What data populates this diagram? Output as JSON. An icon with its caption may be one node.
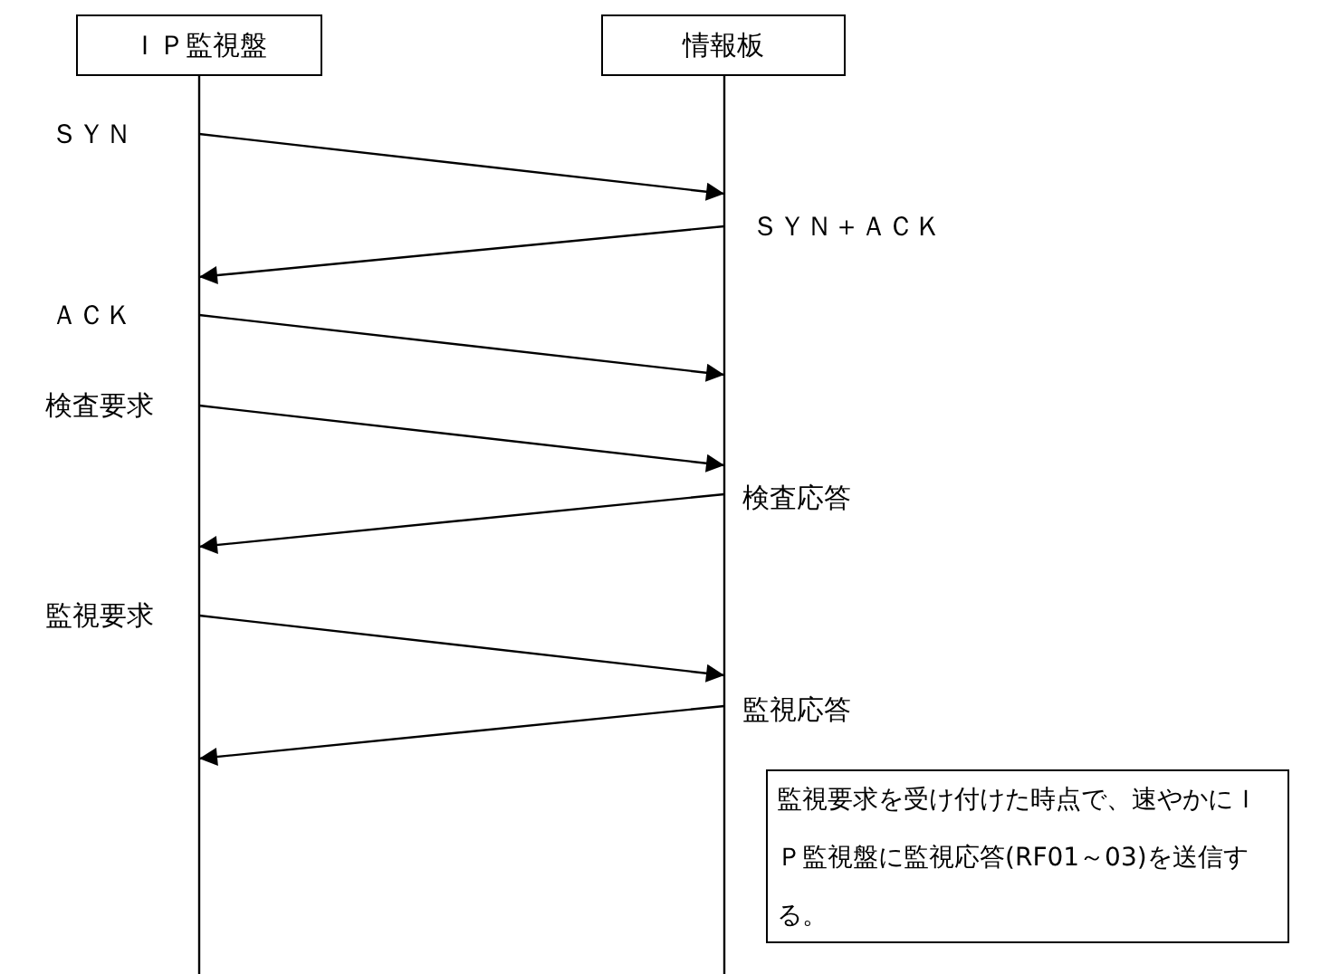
{
  "diagram": {
    "nodes": [
      {
        "text": [
          "ＩＰ監視盤"
        ]
      },
      {
        "text": [
          "情報板"
        ]
      },
      {
        "text": [
          "監視要求を受け付けた時点で、速やかにＩＰ監視盤に監視応答(RF01～03)を送信する。"
        ]
      }
    ],
    "edges": [
      {
        "from": 0,
        "to": 1,
        "arrow": "to",
        "label": "ＳＹＮ"
      },
      {
        "from": 1,
        "to": 0,
        "arrow": "to",
        "label": "ＳＹＮ＋ＡＣＫ"
      },
      {
        "from": 0,
        "to": 1,
        "arrow": "to",
        "label": "ＡＣＫ"
      },
      {
        "from": 0,
        "to": 1,
        "arrow": "to",
        "label": "検査要求"
      },
      {
        "from": 1,
        "to": 0,
        "arrow": "to",
        "label": "検査応答"
      },
      {
        "from": 0,
        "to": 1,
        "arrow": "to",
        "label": "監視要求"
      },
      {
        "from": 1,
        "to": 0,
        "arrow": "to",
        "label": "監視応答"
      }
    ]
  }
}
